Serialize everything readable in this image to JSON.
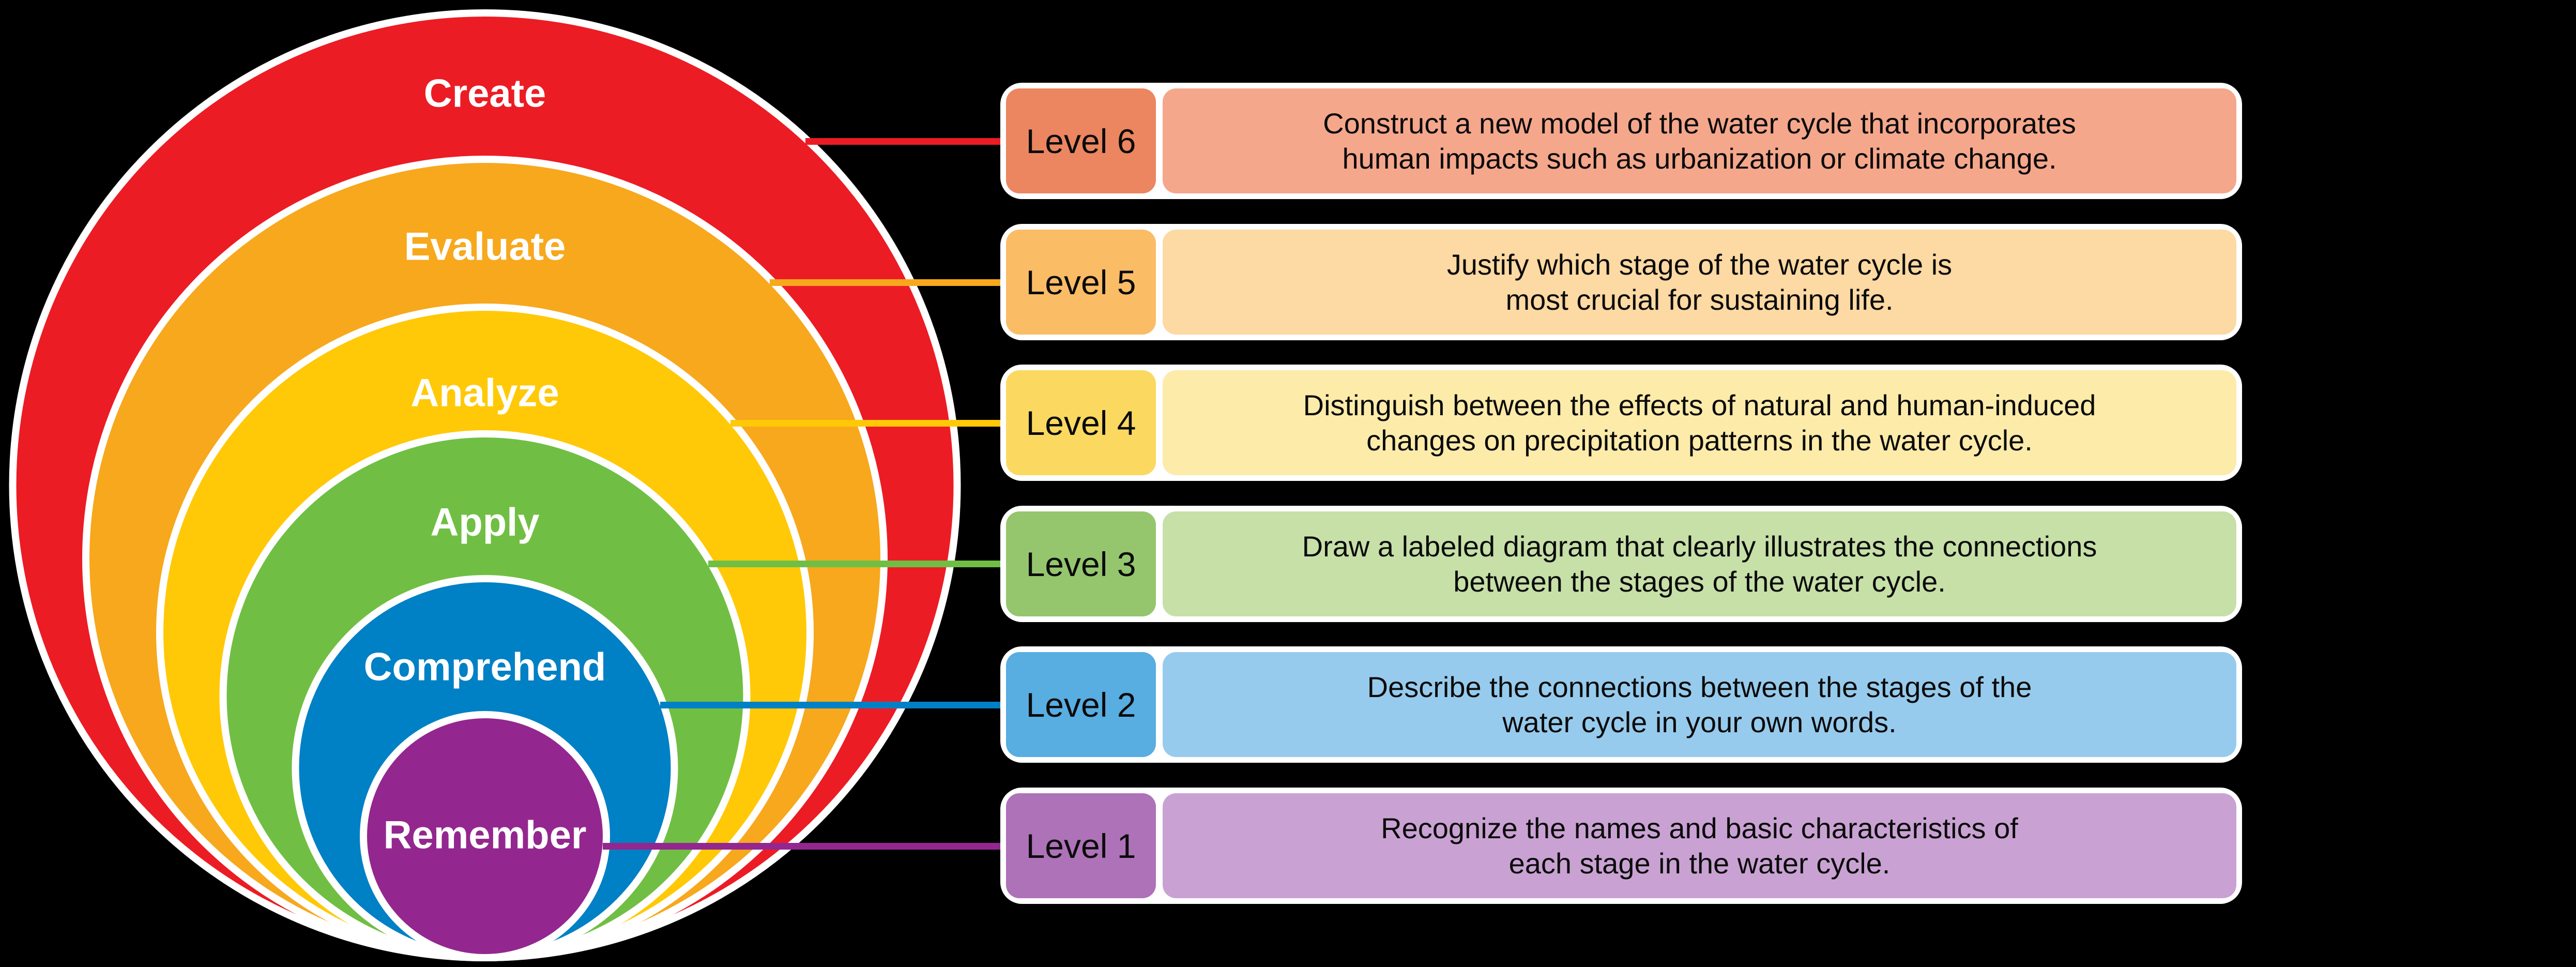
{
  "page": {
    "background": "#000000",
    "text_color": "#0b0b0b",
    "ring_outline": "#ffffff"
  },
  "pyramid": {
    "rings": [
      {
        "name": "Create",
        "color": "#EC1C24",
        "level": {
          "label": "Level 6",
          "label_bg": "#EB8660",
          "desc_bg": "#F5A78C",
          "line1": "Construct a new model of the water cycle that incorporates",
          "line2": "human impacts such as urbanization or climate change."
        }
      },
      {
        "name": "Evaluate",
        "color": "#F7A81D",
        "level": {
          "label": "Level 5",
          "label_bg": "#FBBC66",
          "desc_bg": "#FDD9A3",
          "line1": "Justify which stage of the water cycle is",
          "line2": "most crucial for sustaining life."
        }
      },
      {
        "name": "Analyze",
        "color": "#FFC907",
        "level": {
          "label": "Level 4",
          "label_bg": "#FBD960",
          "desc_bg": "#FDEBAA",
          "line1": "Distinguish between the effects of natural and human-induced",
          "line2": "changes on precipitation patterns in the water cycle."
        }
      },
      {
        "name": "Apply",
        "color": "#70BF44",
        "level": {
          "label": "Level 3",
          "label_bg": "#95C66E",
          "desc_bg": "#C6E0A8",
          "line1": "Draw a labeled diagram that clearly illustrates the connections",
          "line2": "between the stages of the water cycle."
        }
      },
      {
        "name": "Comprehend",
        "color": "#0080C5",
        "level": {
          "label": "Level 2",
          "label_bg": "#58ADE1",
          "desc_bg": "#97CBED",
          "line1": "Describe the connections between the stages of the",
          "line2": "water cycle in your own words."
        }
      },
      {
        "name": "Remember",
        "color": "#93278F",
        "level": {
          "label": "Level 1",
          "label_bg": "#AE72B8",
          "desc_bg": "#C9A2D3",
          "line1": "Recognize the names and basic characteristics of",
          "line2": "each stage in the water cycle."
        }
      }
    ]
  }
}
